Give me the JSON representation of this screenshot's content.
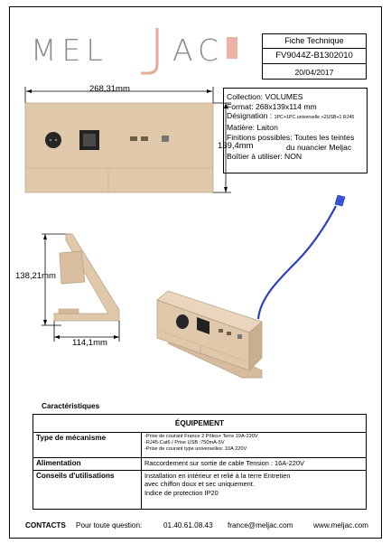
{
  "logo": {
    "left_text": "MEL",
    "right_text": "AC",
    "mark_color": "#e8a898",
    "grey": "#8a8a8a"
  },
  "title_block": {
    "heading": "Fiche Technique",
    "reference": "FV9044Z-B1302010",
    "date": "20/04/2017"
  },
  "specs": {
    "collection": "Collection: VOLUMES",
    "format": "Format: 268x139x114 mm",
    "designation_label": "Désignation :",
    "designation_value": "1PC+1PC universelle +2USB+1 RJ45",
    "matiere": "Matière: Laiton",
    "finitions_label": "Finitions possibles: ",
    "finitions_value1": "Toutes les teintes",
    "finitions_value2": "du nuancier Meljac",
    "boitier": "Boîtier à utiliser:  NON"
  },
  "dimensions": {
    "width": "268,31mm",
    "height": "139,4mm",
    "side_height": "138,21mm",
    "depth": "114,1mm"
  },
  "colors": {
    "product": "#e0c8ab",
    "product_edge": "#b59d80",
    "cable": "#2b3fc4",
    "line": "#000000"
  },
  "caracteristiques": {
    "title": "Caractéristiques",
    "table_header": "ÉQUIPEMENT",
    "rows": [
      {
        "label": "Type de mécanisme",
        "lines": [
          "-Prise de courant France 2 Pôles+ Terre 10A-220V",
          "-RJ45-Cat6 / Prise USB :750mA-5V",
          "-Prise de courant type universelles: 10A 220V"
        ]
      },
      {
        "label": "Alimentation",
        "lines": [
          "Raccordement sur sortie de cable Tension : 16A-220V"
        ]
      },
      {
        "label": "Conseils d'utilisations",
        "lines": [
          "Installation en intérieur et relié à la terre Entretien",
          "avec chiffon doux et sec uniquement.",
          "  Indice de protection IP20"
        ]
      }
    ]
  },
  "footer": {
    "contacts": "CONTACTS",
    "question": "Pour toute question:",
    "phone": "01.40.61.08.43",
    "email": "france@meljac.com",
    "website": "www.meljac.com"
  }
}
